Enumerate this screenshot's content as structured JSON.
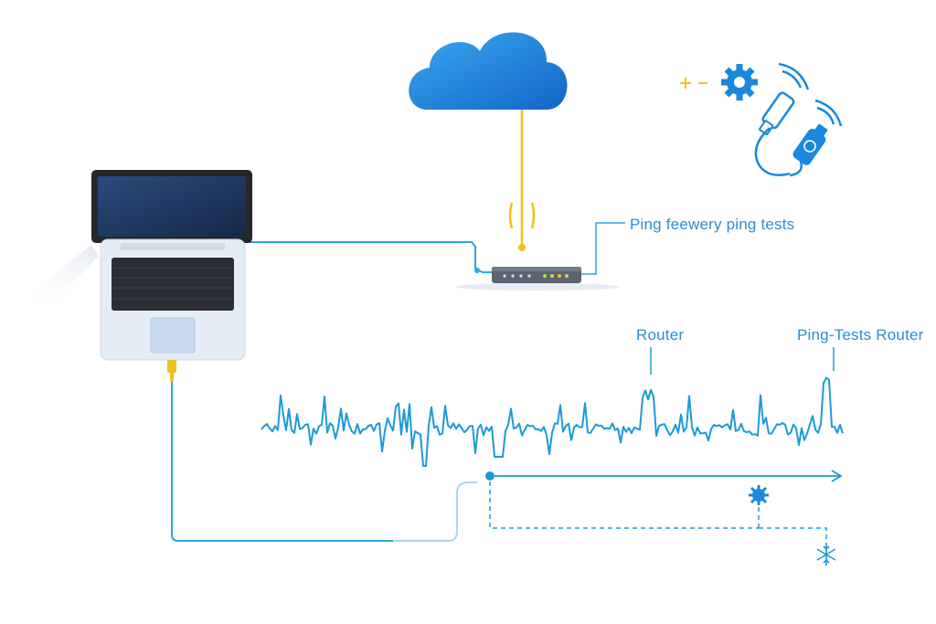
{
  "colors": {
    "cloud_light": "#3aa7ee",
    "cloud_dark": "#1266c8",
    "cable_blue": "#2ea6dd",
    "cable_yellow": "#f2bf1c",
    "waveform": "#1c9ad6",
    "text": "#2a8fd0",
    "laptop_body": "#e4ecf5",
    "laptop_screen": "#1b3159",
    "router_body": "#5c6370",
    "led_green": "#b9e04a",
    "gear_blue": "#1a88dc"
  },
  "icons": [
    "cloud-icon",
    "laptop-icon",
    "router-icon",
    "gear-icon",
    "usb-plug-icon",
    "wifi-signal-icon",
    "snowflake-icon",
    "plus-minus-icon",
    "heartbeat-waveform"
  ],
  "labels": {
    "ping_tests": "Ping feewery ping tests",
    "router": "Router",
    "ping_tests_router": "Ping-Tests Router"
  },
  "plus_minus": "+ -"
}
